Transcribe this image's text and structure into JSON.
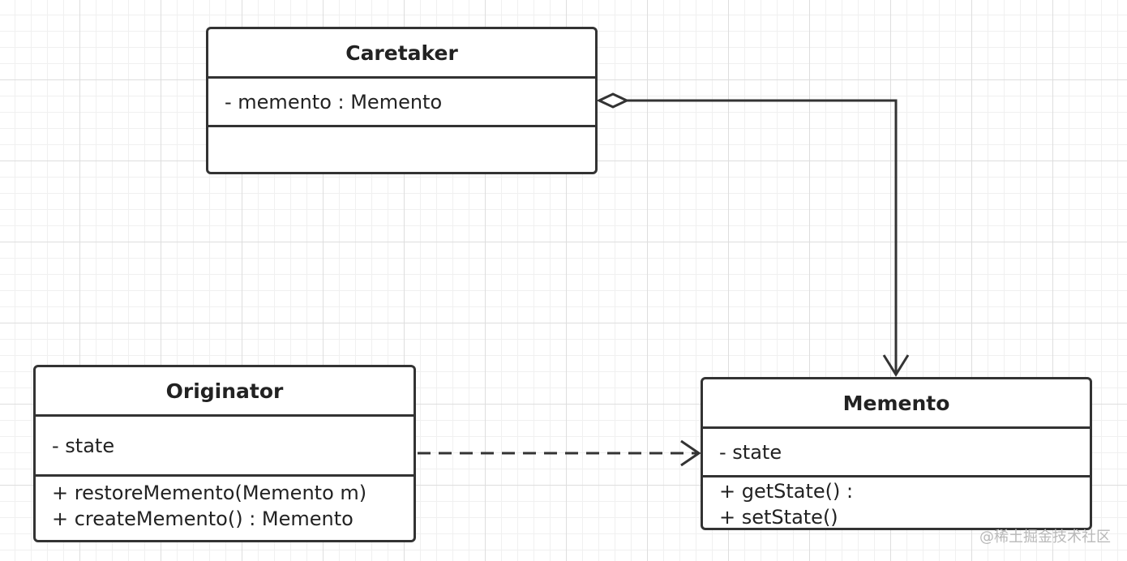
{
  "classes": {
    "caretaker": {
      "name": "Caretaker",
      "attributes": [
        "- memento : Memento"
      ],
      "operations": []
    },
    "originator": {
      "name": "Originator",
      "attributes": [
        "- state"
      ],
      "operations": [
        "+ restoreMemento(Memento m)",
        "+ createMemento() : Memento"
      ]
    },
    "memento": {
      "name": "Memento",
      "attributes": [
        "- state"
      ],
      "operations": [
        "+ getState() :",
        "+ setState()"
      ]
    }
  },
  "relations": [
    {
      "from": "Caretaker",
      "to": "Memento",
      "type": "aggregation"
    },
    {
      "from": "Originator",
      "to": "Memento",
      "type": "dependency"
    }
  ],
  "watermark": "@稀土掘金技术社区",
  "colors": {
    "line": "#333333",
    "grid": "#dedede",
    "watermark": "#b8b8b8"
  }
}
